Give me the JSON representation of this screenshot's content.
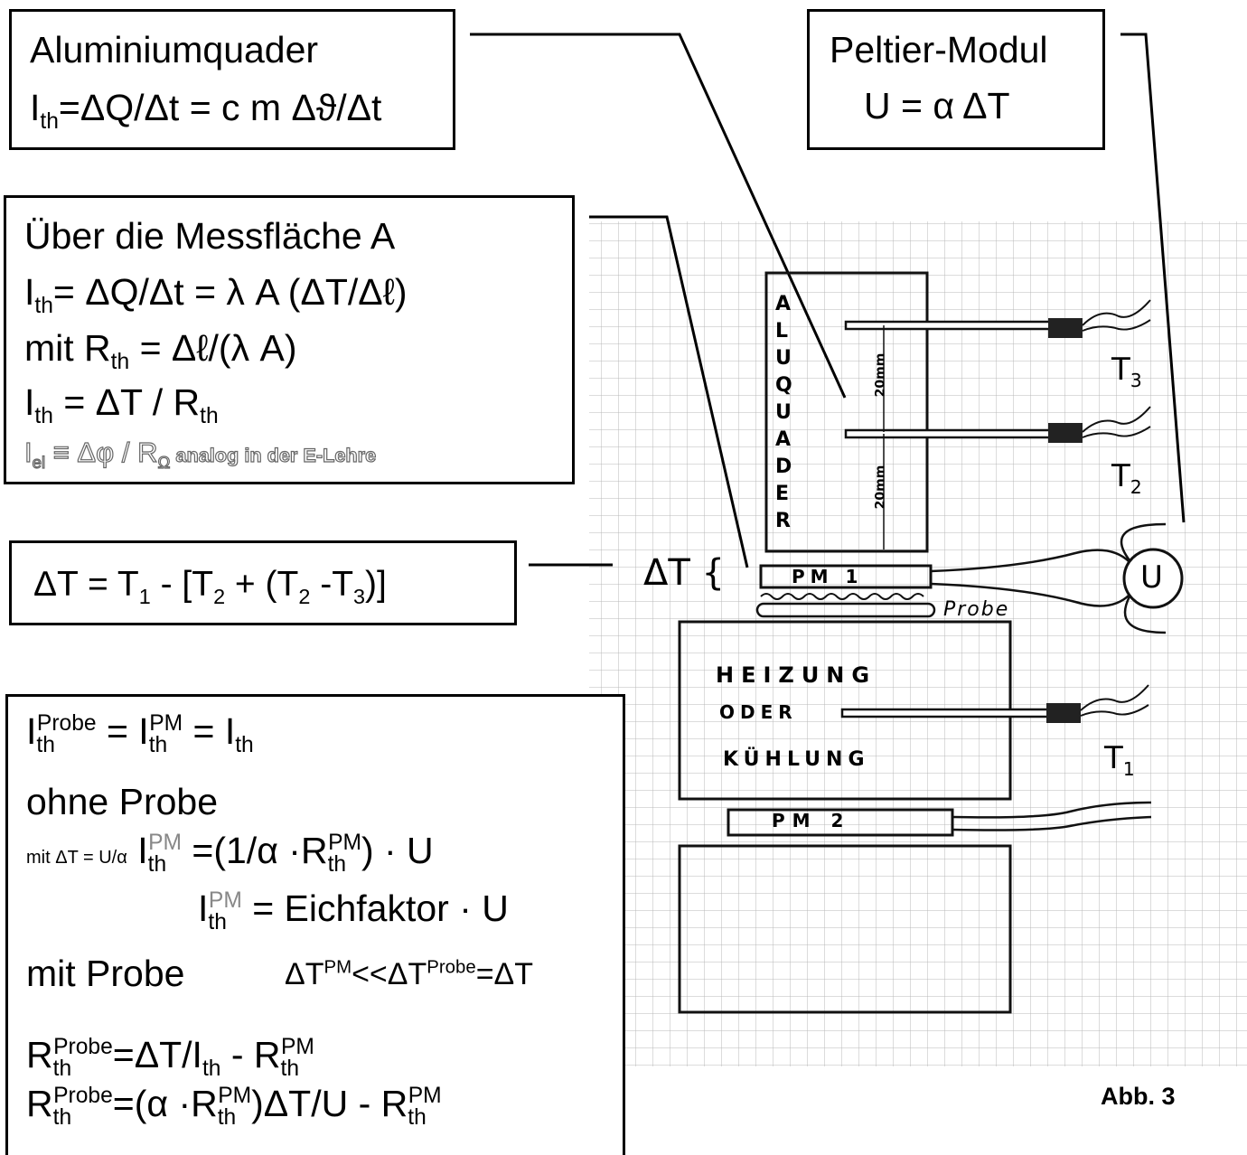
{
  "alu_box": {
    "title": "Aluminiumquader",
    "eq_I": "I",
    "eq_th": "th",
    "eq_rest": "=ΔQ/Δt = c m Δϑ/Δt"
  },
  "peltier_box": {
    "title": "Peltier-Modul",
    "equation": "U = α ΔT"
  },
  "mess_box": {
    "title": "Über die Messfläche A",
    "l2_I": "I",
    "l2_th": "th",
    "l2_rest": "= ΔQ/Δt = λ A (ΔT/Δℓ)",
    "l3_pre": "mit R",
    "l3_th": "th",
    "l3_rest": " = Δℓ/(λ A)",
    "l4_I": "I",
    "l4_th": "th",
    "l4_mid": " = ΔT / R",
    "l4_th2": "th",
    "l5_I": "I",
    "l5_el": "el",
    "l5_mid": " ≡ Δφ / R",
    "l5_omega": "Ω",
    "l5_rest": " analog in der E-Lehre"
  },
  "delta_box": {
    "p1": "ΔT = T",
    "s1": "1",
    "p2": " - [T",
    "s2": "2",
    "p3": " + (T",
    "s3": "2",
    "p4": " -T",
    "s4": "3",
    "p5": ")]"
  },
  "calc_box": {
    "line1_I1": "I",
    "line1_th1": "th",
    "line1_sup1": "Probe",
    "line1_eq1": " = I",
    "line1_th2": "th",
    "line1_sup2": "PM",
    "line1_eq2": " = I",
    "line1_th3": "th",
    "heading1": "ohne Probe",
    "line3_small": "mit  ΔT = U/α",
    "line3_I": "I",
    "line3_th": "th",
    "line3_sup": "PM",
    "line3_eq": " =(1/α ·R",
    "line3_th2": "th",
    "line3_sup2": "PM",
    "line3_end": ") · U",
    "line4_I": "I",
    "line4_th": "th",
    "line4_sup": "PM",
    "line4_rest": " =  Eichfaktor · U",
    "heading2": "mit Probe",
    "line5_a": "ΔT",
    "line5_sup1": "PM",
    "line5_b": "<<ΔT",
    "line5_sup2": "Probe",
    "line5_c": "=ΔT",
    "line6_R": "R",
    "line6_th": "th",
    "line6_sup": "Probe",
    "line6_mid": "=ΔT/I",
    "line6_th2": "th",
    "line6_minus": " - R",
    "line6_th3": "th",
    "line6_sup3": "PM",
    "line7_R": "R",
    "line7_th": "th",
    "line7_sup": "Probe",
    "line7_mid": "=(α ·R",
    "line7_th2": "th",
    "line7_sup2": "PM",
    "line7_mid2": ")ΔT/U - R",
    "line7_th3": "th",
    "line7_sup3": "PM"
  },
  "sketch": {
    "alu_letters": [
      "A",
      "L",
      "U",
      "Q",
      "U",
      "A",
      "D",
      "E",
      "R"
    ],
    "dim1": "20mm",
    "dim2": "20mm",
    "t3": "T3",
    "t2": "T2",
    "t1": "T1",
    "delta_t": "ΔT {",
    "pm1": "PM 1",
    "probe": "Probe",
    "heater1": "HEIZUNG",
    "heater2": "ODER",
    "heater3": "KÜHLUNG",
    "pm2": "PM 2",
    "voltmeter": "U"
  },
  "caption": "Abb. 3"
}
